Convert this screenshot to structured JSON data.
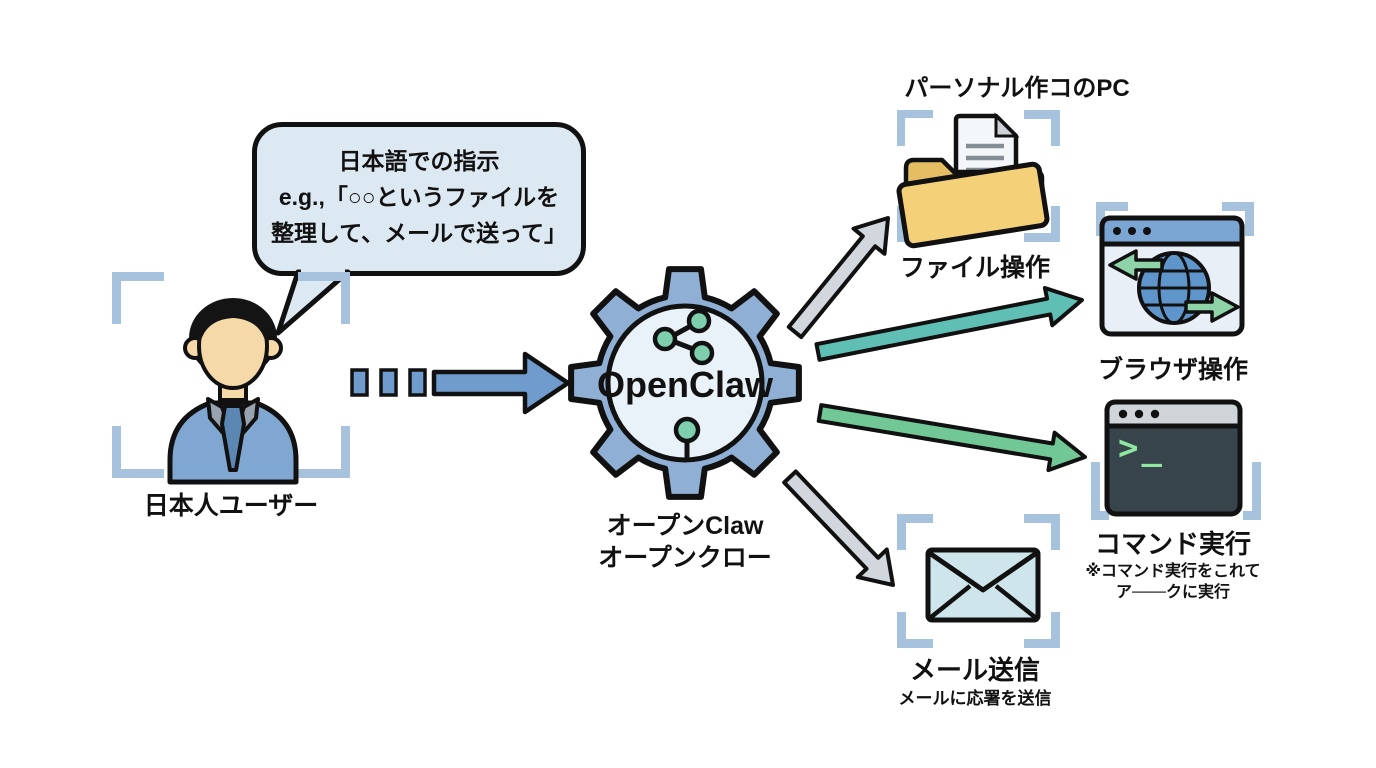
{
  "bubble": {
    "line1": "日本語での指示",
    "line2": "e.g.,「○○というファイルを",
    "line3": "整理して、メールで送って」"
  },
  "user": {
    "label": "日本人ユーザー"
  },
  "engine": {
    "name": "OpenClaw",
    "aliases": [
      "オープンClaw",
      "オープンクロー"
    ]
  },
  "pc": {
    "title": "パーソナル作コのPC"
  },
  "nodes": {
    "file": {
      "label": "ファイル操作"
    },
    "browser": {
      "label": "ブラウザ操作"
    },
    "command": {
      "label": "コマンド実行",
      "prompt": ">_",
      "note1": "※コマンド実行をこれて",
      "note2": "ア───クに実行"
    },
    "mail": {
      "label": "メール送信",
      "note": "メールに応署を送信"
    }
  },
  "icons": [
    "user-icon",
    "speech-bubble",
    "gear-icon",
    "share-icon",
    "node-dot-icon",
    "folder-icon",
    "document-icon",
    "browser-window-icon",
    "globe-icon",
    "terminal-window-icon",
    "envelope-icon",
    "arrow-icon"
  ],
  "colors": {
    "bracket_blue": "#a6c2dc",
    "bubble_bg": "#dde9f2",
    "suit_blue": "#7fa7d2",
    "gear_blue": "#8fafd5",
    "gear_inner": "#eaf2f9",
    "icon_green": "#6fc7a4",
    "arrow_blue": "#6f9ccc",
    "arrow_gray": "#ccd1d8",
    "arrow_teal": "#5fbfb5",
    "arrow_green": "#72c796",
    "folder_yellow": "#f4d179",
    "browser_header": "#7ba6d4",
    "terminal_body": "#38444b",
    "terminal_green": "#8ee6a0",
    "envelope_blue": "#cfe5ec"
  }
}
